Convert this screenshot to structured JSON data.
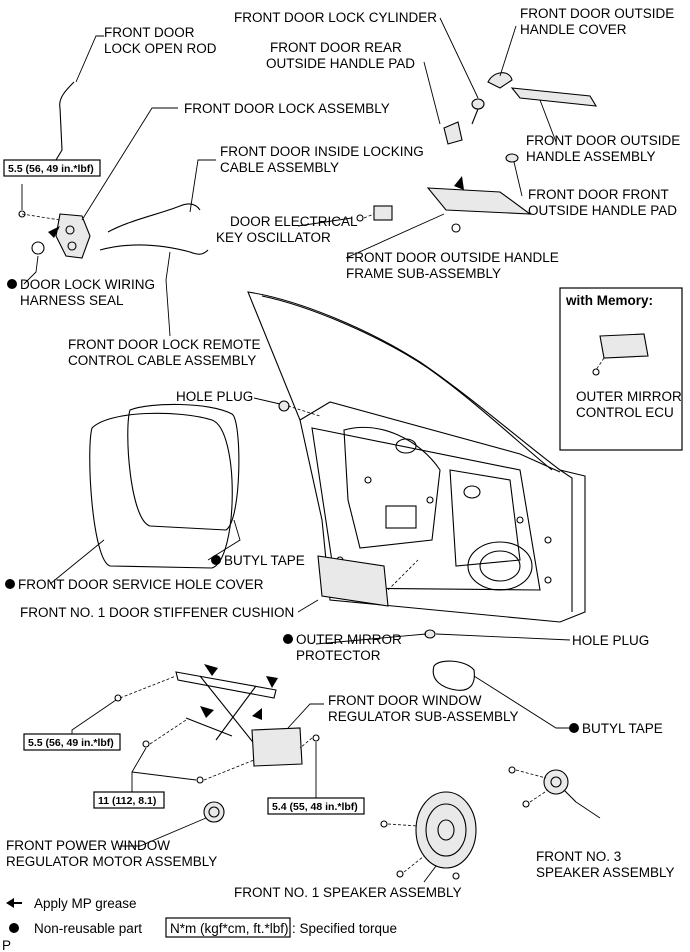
{
  "labels": {
    "lock_open_rod": [
      "FRONT DOOR",
      "LOCK OPEN ROD"
    ],
    "lock_cylinder": "FRONT DOOR LOCK CYLINDER",
    "outside_handle_cover": [
      "FRONT DOOR OUTSIDE",
      "HANDLE COVER"
    ],
    "rear_handle_pad": [
      "FRONT DOOR REAR",
      "OUTSIDE HANDLE PAD"
    ],
    "lock_assembly": "FRONT DOOR LOCK ASSEMBLY",
    "outside_handle_assembly": [
      "FRONT DOOR OUTSIDE",
      "HANDLE ASSEMBLY"
    ],
    "inside_locking_cable": [
      "FRONT DOOR INSIDE LOCKING",
      "CABLE ASSEMBLY"
    ],
    "front_handle_pad": [
      "FRONT DOOR FRONT",
      "OUTSIDE HANDLE PAD"
    ],
    "key_oscillator": [
      "DOOR ELECTRICAL",
      "KEY OSCILLATOR"
    ],
    "handle_frame": [
      "FRONT DOOR OUTSIDE HANDLE",
      "FRAME SUB-ASSEMBLY"
    ],
    "wiring_seal": [
      "DOOR LOCK WIRING",
      "HARNESS SEAL"
    ],
    "remote_control_cable": [
      "FRONT DOOR LOCK REMOTE",
      "CONTROL CABLE ASSEMBLY"
    ],
    "with_memory": "with Memory:",
    "outer_mirror_ecu": [
      "OUTER MIRROR",
      "CONTROL ECU"
    ],
    "hole_plug_upper": "HOLE PLUG",
    "butyl_tape_left": "BUTYL TAPE",
    "service_hole_cover": "FRONT DOOR SERVICE HOLE COVER",
    "stiffener_cushion": "FRONT NO. 1 DOOR STIFFENER CUSHION",
    "mirror_protector": [
      "OUTER MIRROR",
      "PROTECTOR"
    ],
    "hole_plug_lower": "HOLE PLUG",
    "window_regulator": [
      "FRONT DOOR WINDOW",
      "REGULATOR SUB-ASSEMBLY"
    ],
    "butyl_tape_right": "BUTYL TAPE",
    "regulator_motor": [
      "FRONT POWER WINDOW",
      "REGULATOR MOTOR ASSEMBLY"
    ],
    "no3_speaker": [
      "FRONT NO. 3",
      "SPEAKER ASSEMBLY"
    ],
    "no1_speaker": "FRONT NO. 1 SPEAKER ASSEMBLY"
  },
  "torques": {
    "lock_bolt": "5.5 (56, 49 in.*lbf)",
    "regulator_upper": "5.5 (56, 49 in.*lbf)",
    "regulator_bolts": "11 (112, 8.1)",
    "regulator_lower": "5.4 (55, 48 in.*lbf)"
  },
  "legend": {
    "grease": "Apply MP grease",
    "non_reusable": "Non-reusable part",
    "torque_unit": "N*m (kgf*cm, ft.*lbf)",
    "torque_desc": ": Specified torque"
  },
  "corner_mark": "P"
}
